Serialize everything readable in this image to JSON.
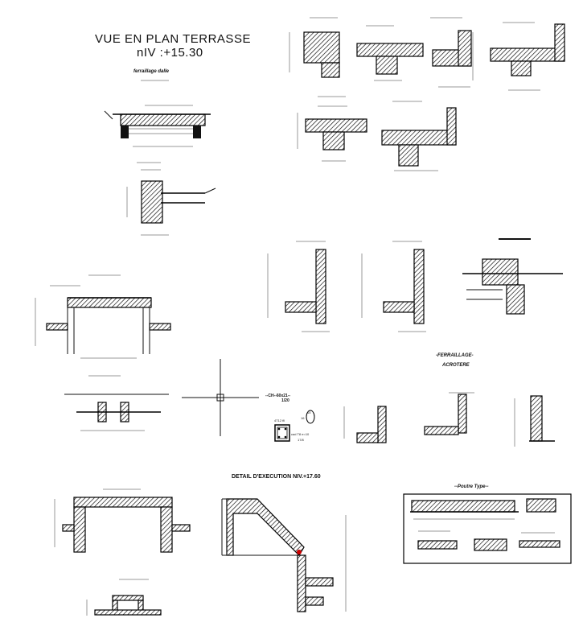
{
  "title": {
    "line1": "VUE EN PLAN   TERRASSE",
    "line2": "nIV :+15.30"
  },
  "labels": {
    "ferraillage_dalle": "ferraillage dalle",
    "detail_execution": "DETAIL D'EXECUTION NIV.+17.60",
    "poutre_type": "--Poutre Type--",
    "ferraillage_acrotere_1": "-FERRAILLAGE-",
    "ferraillage_acrotere_2": "ACROTERE",
    "ch_title": "--CH--60x21--",
    "ch_scale": "1/20",
    "rebar_1": "4T12 fil",
    "rebar_2": "cad T8 e=10",
    "rebar_3": "17/8",
    "rebar_4": "15",
    "rebar_5": "16"
  },
  "colors": {
    "line": "#111111",
    "hatch": "#000000",
    "accent": "#cc0000",
    "background": "#ffffff"
  }
}
